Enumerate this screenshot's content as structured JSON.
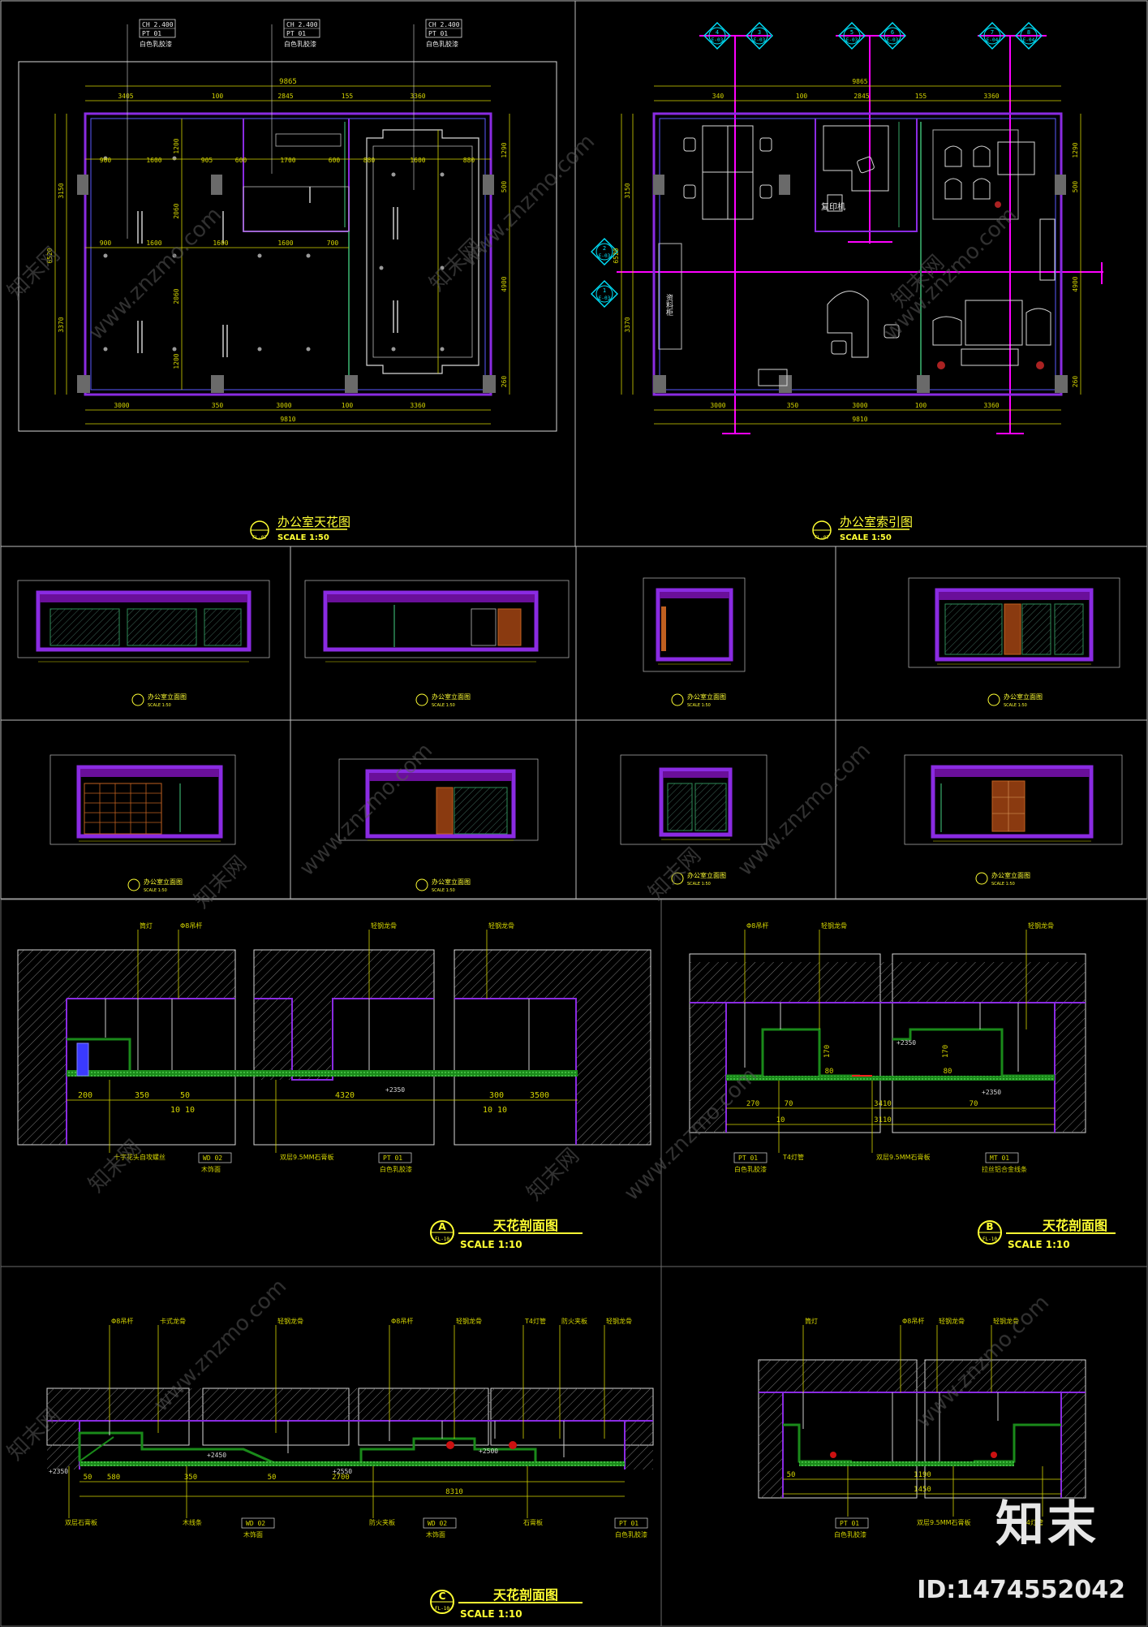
{
  "colors": {
    "background": "#000000",
    "frame": "#c8c8c8",
    "wall": "#8a2be2",
    "dimension": "#d4d400",
    "axis": "#ff00ff",
    "title": "#ffff33",
    "callout": "#ffffff",
    "index": "#00e5ff",
    "hatch": "#808080",
    "wood": "#c06020",
    "glass": "#2e8b57",
    "watermark": "#6a6a6a"
  },
  "plan_ceiling": {
    "title": "办公室天花图",
    "scale": "SCALE 1:50",
    "code": "FL-07",
    "tags": [
      {
        "ch": "CH 2.400",
        "pt": "PT 01",
        "note": "白色乳胶漆"
      },
      {
        "ch": "CH 2.400",
        "pt": "PT 01",
        "note": "白色乳胶漆"
      },
      {
        "ch": "CH 2.400",
        "pt": "PT 01",
        "note": "白色乳胶漆"
      }
    ],
    "dims_top_total": "9865",
    "dims_top": [
      "3405",
      "100",
      "2845",
      "155",
      "3360"
    ],
    "dims_inner_1": [
      "900",
      "1600",
      "905",
      "600",
      "1700",
      "600",
      "880",
      "1600",
      "880"
    ],
    "dims_inner_2": [
      "900",
      "1600",
      "1600",
      "1600",
      "700"
    ],
    "dims_left": [
      "3150",
      "6520",
      "3370"
    ],
    "dims_right": [
      "1290",
      "500",
      "4900",
      "260"
    ],
    "dims_bottom": [
      "3000",
      "350",
      "3000",
      "100",
      "3360"
    ],
    "dims_bottom_total": "9810",
    "dims_mid_v": [
      "1200",
      "2060",
      "2060",
      "1200"
    ]
  },
  "plan_index": {
    "title": "办公室索引图",
    "scale": "SCALE 1:50",
    "code": "FL-07",
    "top_markers": [
      [
        "4",
        "E-03"
      ],
      [
        "3",
        "E-03"
      ],
      [
        "5",
        "E-03"
      ],
      [
        "6",
        "E-03"
      ],
      [
        "7",
        "E-04"
      ],
      [
        "8",
        "E-04"
      ]
    ],
    "left_markers": [
      [
        "2",
        "E-03"
      ],
      [
        "1",
        "E-03"
      ]
    ],
    "room_labels": [
      "复印机",
      "资料柜"
    ],
    "dims_top_total": "9865",
    "dims_top": [
      "340",
      "100",
      "2845",
      "155",
      "3360"
    ],
    "dims_bottom": [
      "3000",
      "350",
      "3000",
      "100",
      "3360"
    ],
    "dims_bottom_total": "9810",
    "dims_left": [
      "3150",
      "6520",
      "3370"
    ],
    "dims_right": [
      "1290",
      "500",
      "4900",
      "260"
    ]
  },
  "elevations": [
    {
      "title": "办公室立面图",
      "scale": "SCALE 1:50"
    },
    {
      "title": "办公室立面图",
      "scale": "SCALE 1:50"
    },
    {
      "title": "办公室立面图",
      "scale": "SCALE 1:50"
    },
    {
      "title": "办公室立面图",
      "scale": "SCALE 1:50"
    },
    {
      "title": "办公室立面图",
      "scale": "SCALE 1:50"
    },
    {
      "title": "办公室立面图",
      "scale": "SCALE 1:50"
    },
    {
      "title": "办公室立面图",
      "scale": "SCALE 1:50"
    },
    {
      "title": "办公室立面图",
      "scale": "SCALE 1:50"
    }
  ],
  "section_a": {
    "letter": "A",
    "code": "FL-10",
    "title": "天花剖面图",
    "scale": "SCALE 1:10",
    "callouts_top": [
      "筒灯",
      "Φ8吊杆",
      "轻钢龙骨",
      "轻钢龙骨"
    ],
    "dims": [
      "200",
      "350",
      "50",
      "4320",
      "300",
      "3500",
      "10 10",
      "10 10"
    ],
    "levels": [
      "+2350"
    ],
    "callouts_bottom": [
      {
        "text": "十字花头自攻螺丝",
        "tag": "WD 02",
        "note": "木饰面"
      },
      {
        "text": "双层9.5MM石膏板",
        "tag": "PT 01",
        "note": "白色乳胶漆"
      }
    ]
  },
  "section_b": {
    "letter": "B",
    "code": "FL-10",
    "title": "天花剖面图",
    "scale": "SCALE 1:10",
    "callouts_top": [
      "Φ8吊杆",
      "轻钢龙骨",
      "轻钢龙骨"
    ],
    "dims": [
      "270",
      "70",
      "170",
      "80",
      "170",
      "80",
      "3410",
      "3110",
      "10",
      "70"
    ],
    "levels": [
      "+2350",
      "+2350"
    ],
    "callouts_bottom": [
      {
        "text": "T4灯管",
        "tag": "PT 01",
        "note": "白色乳胶漆"
      },
      {
        "text": "双层9.5MM石膏板",
        "tag": "MT 01",
        "note": "拉丝铝合金线条"
      }
    ]
  },
  "section_c": {
    "letter": "C",
    "code": "FL-10",
    "title": "天花剖面图",
    "scale": "SCALE 1:10",
    "callouts_top": [
      "Φ8吊杆",
      "卡式龙骨",
      "轻钢龙骨",
      "Φ8吊杆",
      "轻钢龙骨",
      "T4灯管",
      "防火夹板",
      "轻钢龙骨"
    ],
    "dims": [
      "50",
      "580",
      "350",
      "50",
      "2700",
      "8310"
    ],
    "levels": [
      "+2450",
      "+2550",
      "+2500",
      "+2350"
    ],
    "callouts_bottom": [
      {
        "text": "双层石膏板",
        "tag": "",
        "note": ""
      },
      {
        "text": "木线条",
        "tag": "WD 02",
        "note": "木饰面"
      },
      {
        "text": "防火夹板",
        "tag": "WD 02",
        "note": "木饰面"
      },
      {
        "text": "石膏板",
        "tag": "PT 01",
        "note": "白色乳胶漆"
      }
    ]
  },
  "section_d": {
    "callouts_top": [
      "筒灯",
      "Φ8吊杆",
      "轻钢龙骨",
      "轻钢龙骨"
    ],
    "dims": [
      "50",
      "1190",
      "1450"
    ],
    "callouts_bottom": [
      {
        "text": "",
        "tag": "PT 01",
        "note": "白色乳胶漆"
      },
      {
        "text": "双层9.5MM石膏板",
        "tag": "",
        "note": ""
      },
      {
        "text": "T4灯管",
        "tag": "",
        "note": ""
      }
    ]
  },
  "watermark": {
    "site": "www.znzmo.com",
    "site_cn": "知末网",
    "logo": "知末",
    "id": "ID:1474552042"
  }
}
